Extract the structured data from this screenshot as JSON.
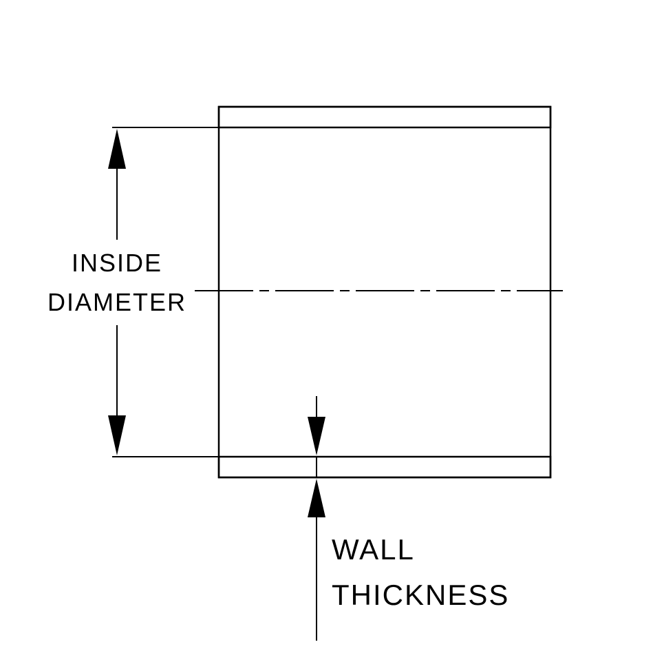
{
  "diagram": {
    "title": "tube-cross-section-dimension-diagram",
    "labels": {
      "inside_diameter_line1": "INSIDE",
      "inside_diameter_line2": "DIAMETER",
      "wall_thickness_line1": "WALL",
      "wall_thickness_line2": "THICKNESS"
    },
    "colors": {
      "line": "#000000",
      "background": "#ffffff"
    }
  }
}
